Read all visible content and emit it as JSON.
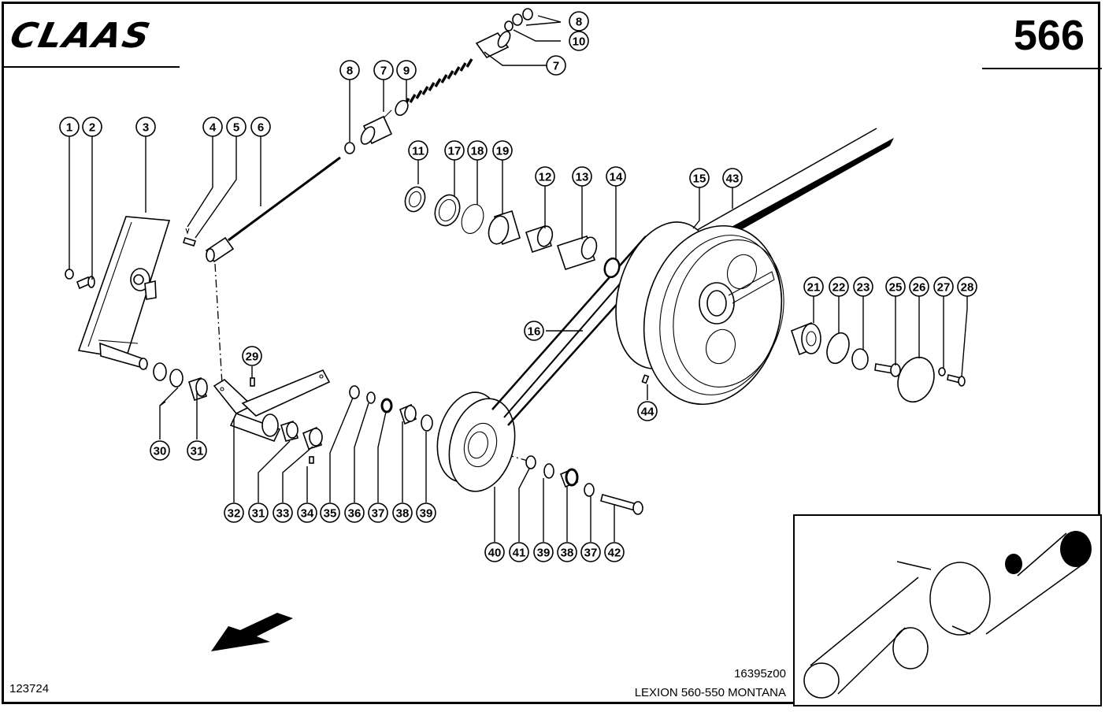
{
  "header": {
    "brand": "CLAAS",
    "page_number": "566"
  },
  "footer": {
    "document_id": "123724",
    "figure_code": "16395z00",
    "model": "LEXION 560-550 MONTANA"
  },
  "callouts": [
    {
      "id": "c1",
      "label": "1"
    },
    {
      "id": "c2",
      "label": "2"
    },
    {
      "id": "c3",
      "label": "3"
    },
    {
      "id": "c4",
      "label": "4"
    },
    {
      "id": "c5",
      "label": "5"
    },
    {
      "id": "c6",
      "label": "6"
    },
    {
      "id": "c7a",
      "label": "7"
    },
    {
      "id": "c7b",
      "label": "7"
    },
    {
      "id": "c8a",
      "label": "8"
    },
    {
      "id": "c8b",
      "label": "8"
    },
    {
      "id": "c9",
      "label": "9"
    },
    {
      "id": "c10",
      "label": "10"
    },
    {
      "id": "c11",
      "label": "11"
    },
    {
      "id": "c12",
      "label": "12"
    },
    {
      "id": "c13",
      "label": "13"
    },
    {
      "id": "c14",
      "label": "14"
    },
    {
      "id": "c15",
      "label": "15"
    },
    {
      "id": "c16",
      "label": "16"
    },
    {
      "id": "c17",
      "label": "17"
    },
    {
      "id": "c18",
      "label": "18"
    },
    {
      "id": "c19",
      "label": "19"
    },
    {
      "id": "c21",
      "label": "21"
    },
    {
      "id": "c22",
      "label": "22"
    },
    {
      "id": "c23",
      "label": "23"
    },
    {
      "id": "c25",
      "label": "25"
    },
    {
      "id": "c26",
      "label": "26"
    },
    {
      "id": "c27",
      "label": "27"
    },
    {
      "id": "c28",
      "label": "28"
    },
    {
      "id": "c29",
      "label": "29"
    },
    {
      "id": "c30",
      "label": "30"
    },
    {
      "id": "c31a",
      "label": "31"
    },
    {
      "id": "c31b",
      "label": "31"
    },
    {
      "id": "c32",
      "label": "32"
    },
    {
      "id": "c33",
      "label": "33"
    },
    {
      "id": "c34",
      "label": "34"
    },
    {
      "id": "c35",
      "label": "35"
    },
    {
      "id": "c36",
      "label": "36"
    },
    {
      "id": "c37a",
      "label": "37"
    },
    {
      "id": "c37b",
      "label": "37"
    },
    {
      "id": "c38a",
      "label": "38"
    },
    {
      "id": "c38b",
      "label": "38"
    },
    {
      "id": "c39a",
      "label": "39"
    },
    {
      "id": "c39b",
      "label": "39"
    },
    {
      "id": "c40",
      "label": "40"
    },
    {
      "id": "c41",
      "label": "41"
    },
    {
      "id": "c42",
      "label": "42"
    },
    {
      "id": "c43",
      "label": "43"
    },
    {
      "id": "c44",
      "label": "44"
    }
  ]
}
